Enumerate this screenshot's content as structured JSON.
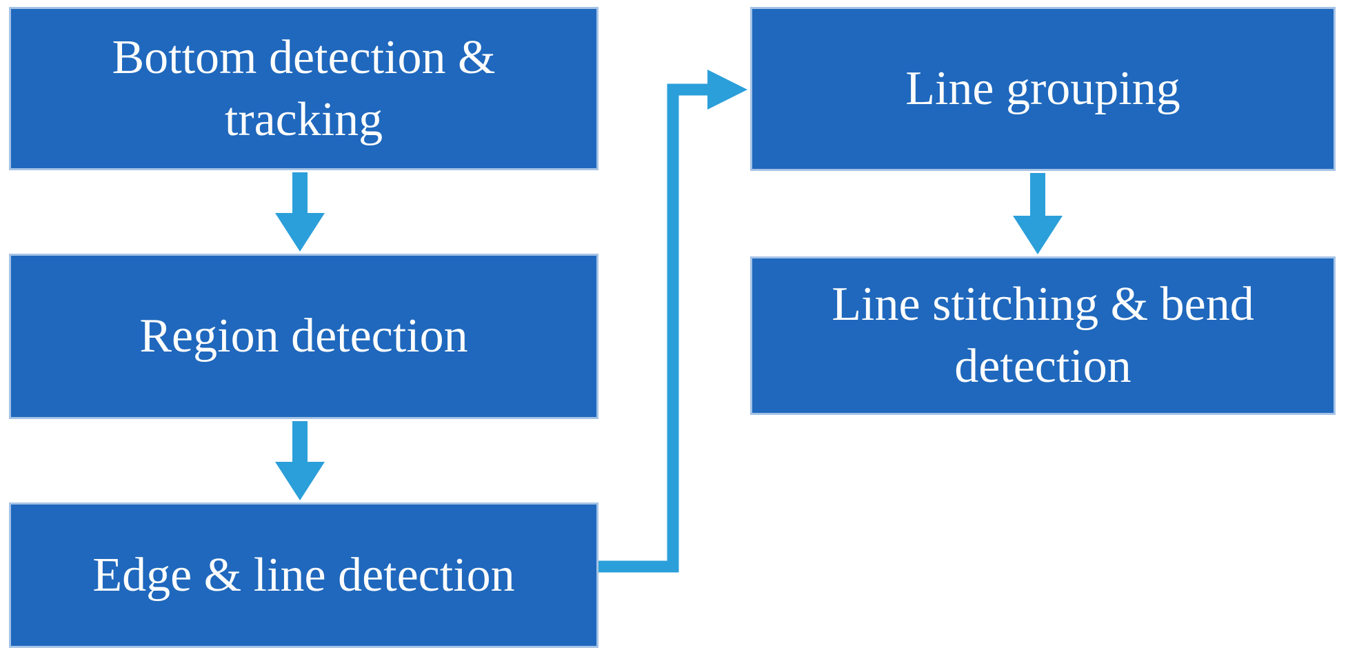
{
  "diagram": {
    "type": "flowchart",
    "boxes": [
      {
        "id": "bottom-detection-tracking",
        "label": "Bottom detection & tracking",
        "lines": [
          "Bottom detection &",
          "tracking"
        ],
        "column": "left",
        "row": 1
      },
      {
        "id": "region-detection",
        "label": "Region detection",
        "lines": [
          "Region detection"
        ],
        "column": "left",
        "row": 2
      },
      {
        "id": "edge-line-detection",
        "label": "Edge & line detection",
        "lines": [
          "Edge & line detection"
        ],
        "column": "left",
        "row": 3
      },
      {
        "id": "line-grouping",
        "label": "Line grouping",
        "lines": [
          "Line grouping"
        ],
        "column": "right",
        "row": 1
      },
      {
        "id": "line-stitching-bend-detection",
        "label": "Line stitching & bend detection",
        "lines": [
          "Line stitching & bend",
          "detection"
        ],
        "column": "right",
        "row": 2
      }
    ],
    "connections": [
      {
        "from": "bottom-detection-tracking",
        "to": "region-detection",
        "shape": "straight-down-arrow"
      },
      {
        "from": "region-detection",
        "to": "edge-line-detection",
        "shape": "straight-down-arrow"
      },
      {
        "from": "edge-line-detection",
        "to": "line-grouping",
        "shape": "elbow-right-up-right-arrow"
      },
      {
        "from": "line-grouping",
        "to": "line-stitching-bend-detection",
        "shape": "straight-down-arrow"
      }
    ]
  },
  "colors": {
    "box_fill": "#1F68BD",
    "box_border": "#A6C3E6",
    "connector": "#2B9FDA",
    "text": "#FDFDFD",
    "background": "#FFFFFF"
  }
}
